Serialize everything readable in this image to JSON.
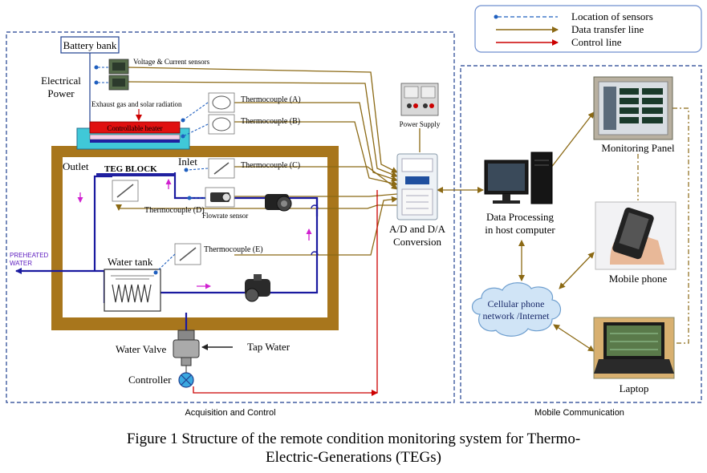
{
  "legend": {
    "sensor_label": "Location of sensors",
    "data_label": "Data transfer line",
    "control_label": "Control line"
  },
  "acquisition": {
    "battery_bank": "Battery bank",
    "electrical_power_line1": "Electrical",
    "electrical_power_line2": "Power",
    "voltage_current_sensors": "Voltage & Current sensors",
    "exhaust_label": "Exhaust gas and solar radiation",
    "heater_label": "Controllable heater",
    "thermocouple_a": "Thermocouple (A)",
    "thermocouple_b": "Thermocouple (B)",
    "thermocouple_c": "Thermocouple (C)",
    "thermocouple_d": "Thermocouple (D)",
    "thermocouple_e": "Thermocouple (E)",
    "outlet": "Outlet",
    "inlet": "Inlet",
    "teg_block": "TEG BLOCK",
    "flowrate_sensor": "Flowrate sensor",
    "preheated_water_line1": "PREHEATED",
    "preheated_water_line2": "WATER",
    "water_tank": "Water tank",
    "water_valve": "Water Valve",
    "tap_water": "Tap Water",
    "controller": "Controller",
    "power_supply": "Power Supply",
    "ad_da_line1": "A/D and D/A",
    "ad_da_line2": "Conversion",
    "section_label": "Acquisition and Control"
  },
  "mobile": {
    "monitoring_panel": "Monitoring Panel",
    "data_processing_line1": "Data Processing",
    "data_processing_line2": "in host computer",
    "mobile_phone": "Mobile phone",
    "cloud_line1": "Cellular phone",
    "cloud_line2": "network /Internet",
    "laptop": "Laptop",
    "section_label": "Mobile Communication"
  },
  "caption": {
    "line1": "Figure 1 Structure of the remote condition monitoring system for Thermo-",
    "line2": "Electric-Generations (TEGs)"
  },
  "colors": {
    "data_line": "#8B6914",
    "control_line": "#cc0000",
    "sensor_line": "#1f5fbf",
    "water_pipe": "#1a1aa0",
    "frame": "#a8761c",
    "dashed_border": "#1f3f8f"
  }
}
